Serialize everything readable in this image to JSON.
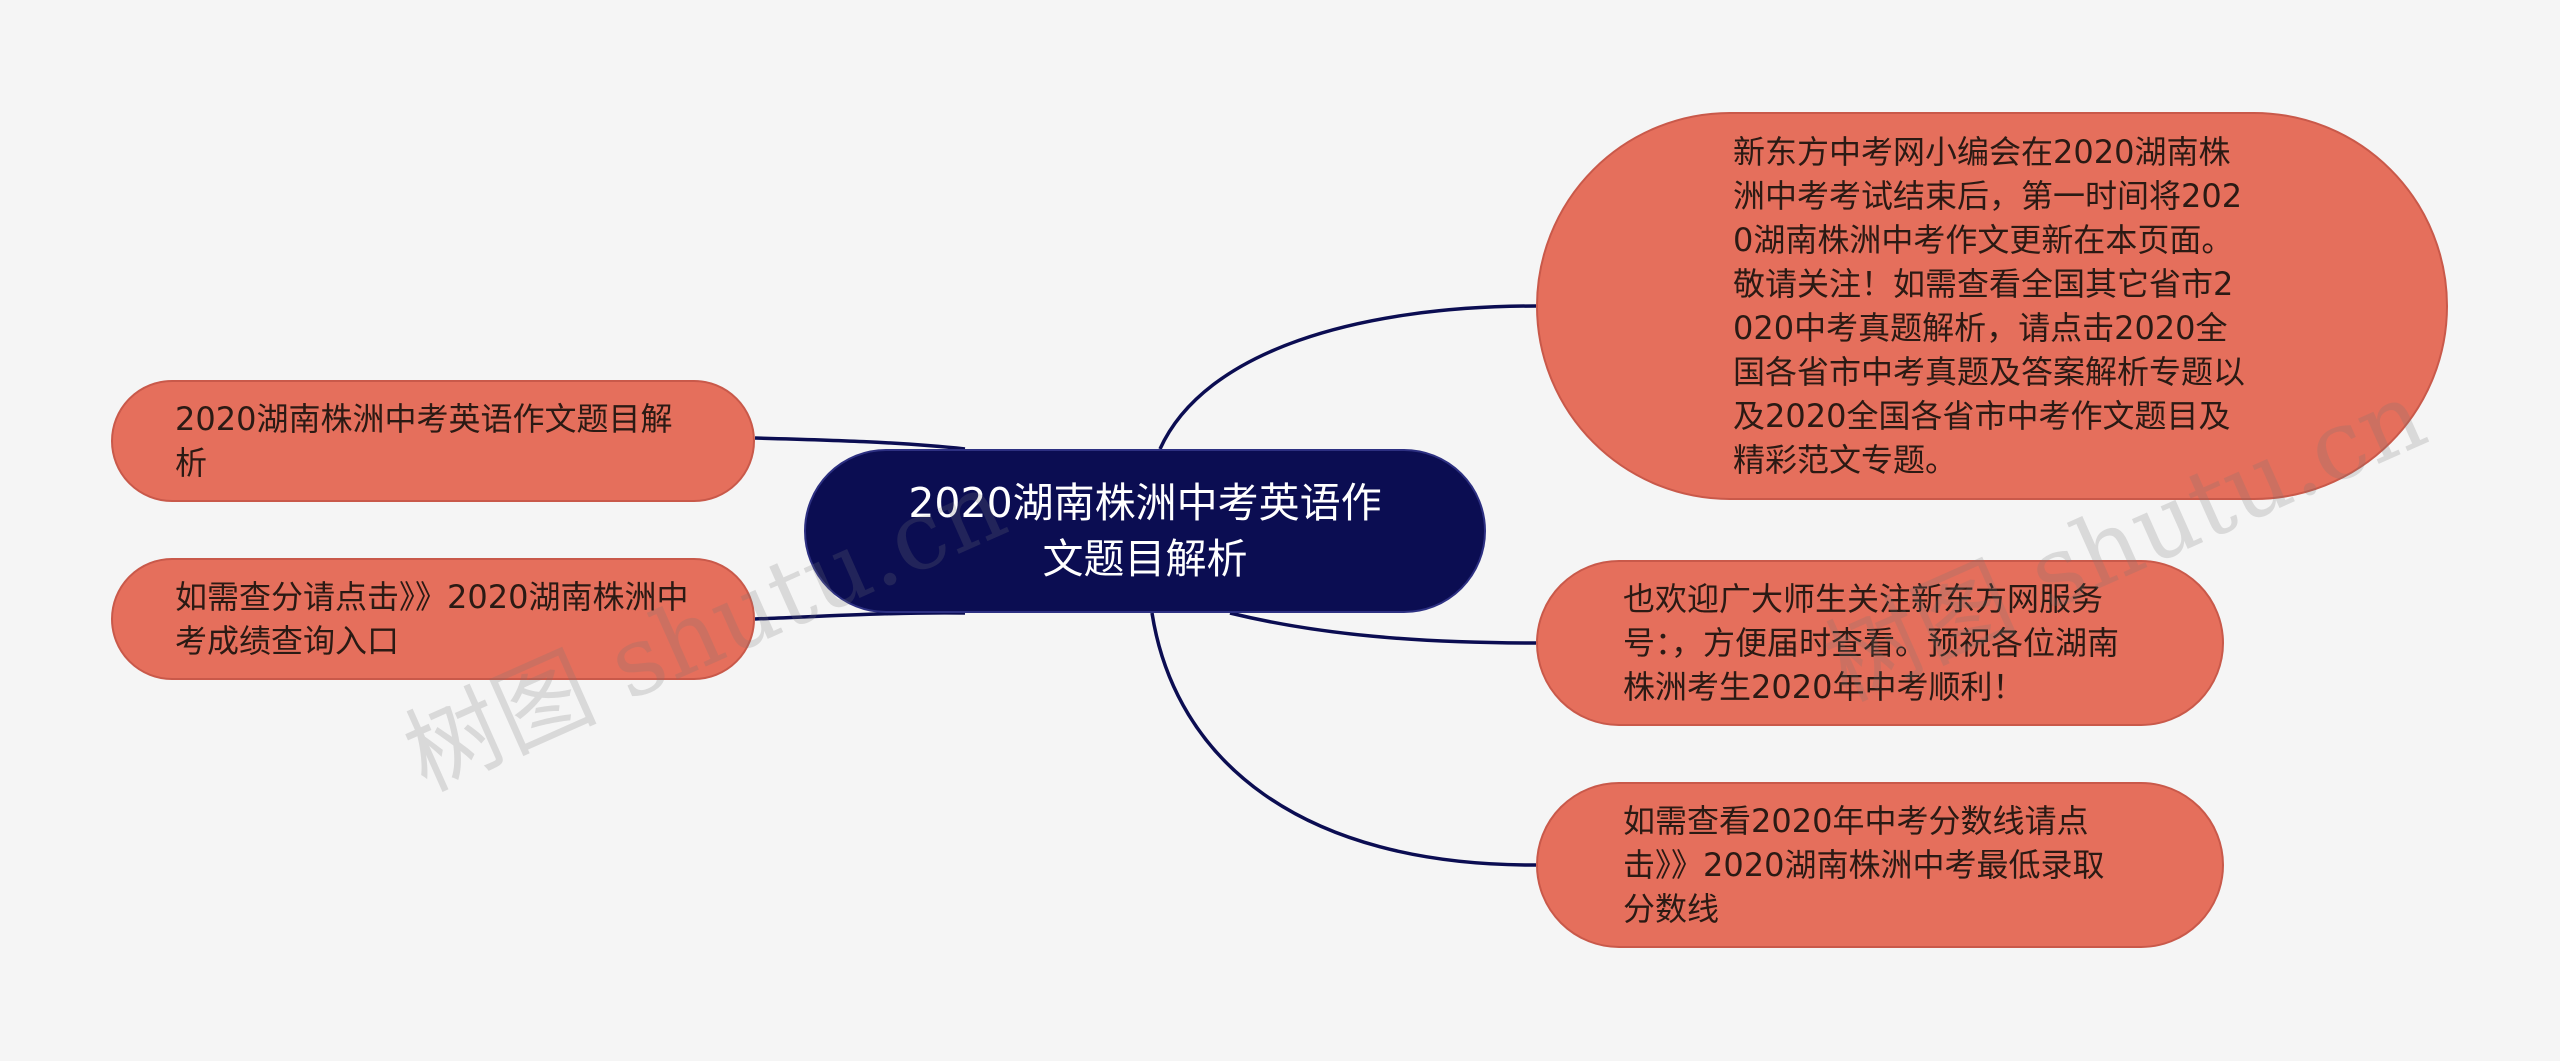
{
  "mindmap": {
    "center": {
      "line1": "2020湖南株洲中考英语作",
      "line2": "文题目解析"
    },
    "left_nodes": [
      {
        "text": "2020湖南株洲中考英语作文题目解析"
      },
      {
        "text": "如需查分请点击》》2020湖南株洲中考成绩查询入口"
      }
    ],
    "right_nodes": [
      {
        "text": "新东方中考网小编会在2020湖南株洲中考考试结束后，第一时间将2020湖南株洲中考作文更新在本页面。敬请关注！如需查看全国其它省市2020中考真题解析，请点击2020全国各省市中考真题及答案解析专题以及2020全国各省市中考作文题目及精彩范文专题。"
      },
      {
        "text": "也欢迎广大师生关注新东方网服务号：，方便届时查看。预祝各位湖南株洲考生2020年中考顺利！"
      },
      {
        "text": "如需查看2020年中考分数线请点击》》2020湖南株洲中考最低录取分数线"
      }
    ]
  },
  "watermark": "树图 shutu.cn",
  "colors": {
    "background": "#f5f5f5",
    "center_fill": "#0b0d52",
    "leaf_fill": "#e56f5c",
    "connector": "#0b0d52"
  }
}
